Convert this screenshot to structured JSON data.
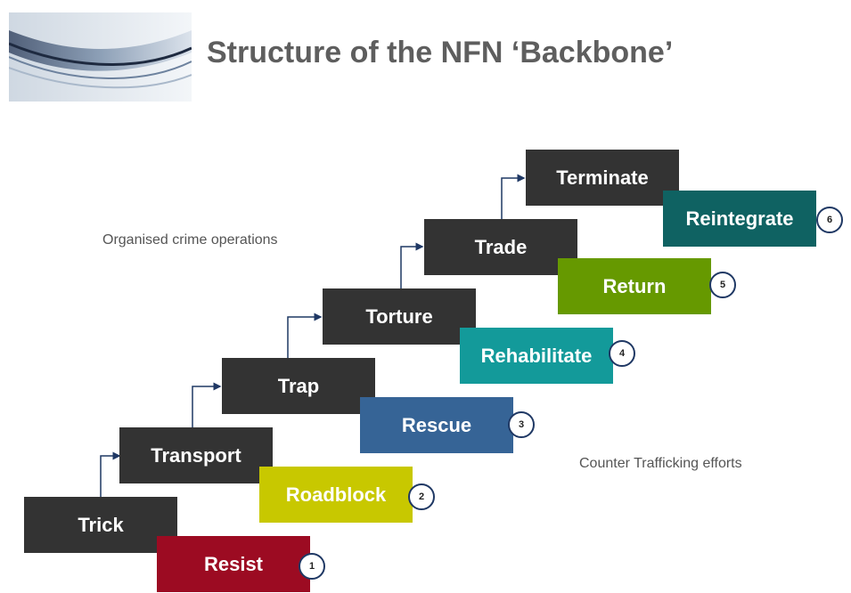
{
  "title": "Structure of the NFN ‘Backbone’",
  "notes": {
    "left": "Organised crime operations",
    "right": "Counter Trafficking efforts"
  },
  "crime_steps": [
    "Trick",
    "Transport",
    "Trap",
    "Torture",
    "Trade",
    "Terminate"
  ],
  "counter_steps": [
    {
      "label": "Resist",
      "number": "1",
      "color": "#9c0b22"
    },
    {
      "label": "Roadblock",
      "number": "2",
      "color": "#c8c800"
    },
    {
      "label": "Rescue",
      "number": "3",
      "color": "#366496"
    },
    {
      "label": "Rehabilitate",
      "number": "4",
      "color": "#139a9a"
    },
    {
      "label": "Return",
      "number": "5",
      "color": "#669900"
    },
    {
      "label": "Reintegrate",
      "number": "6",
      "color": "#0f6262"
    }
  ],
  "colors": {
    "dark_box": "#333333",
    "title": "#5e5e5e",
    "connector": "#1f3864"
  }
}
